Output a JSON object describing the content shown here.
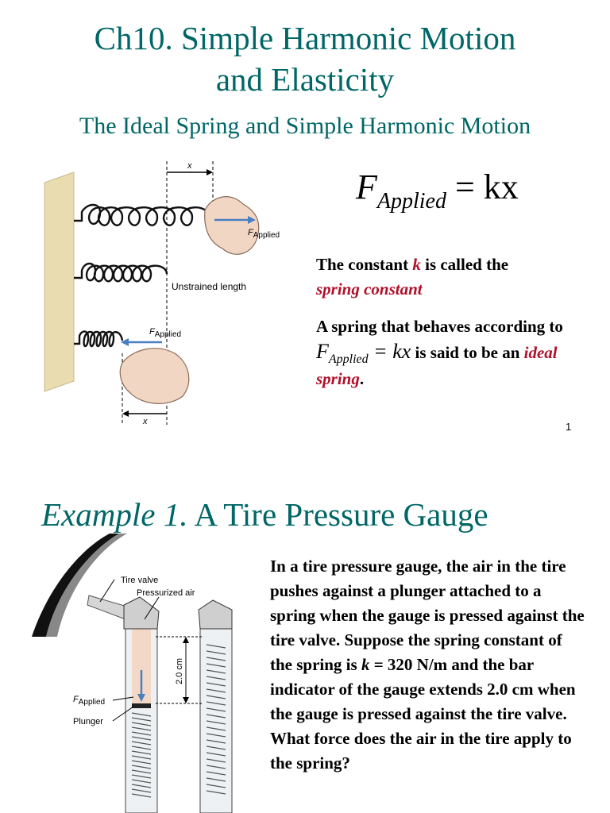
{
  "slide1": {
    "title_line1": "Ch10.  Simple Harmonic Motion",
    "title_line2": "and Elasticity",
    "subtitle": "The Ideal Spring and Simple Harmonic Motion",
    "formula": {
      "F": "F",
      "sub": "Applied",
      "rhs": " = kx"
    },
    "para1": {
      "pre": "The constant ",
      "k": "k",
      "post": " is called the",
      "term": "spring constant"
    },
    "para2": {
      "pre": "A spring that behaves according to ",
      "post": " is said to be an ",
      "term": "ideal spring",
      "end": "."
    },
    "figure": {
      "x_label": "x",
      "f_applied_F": "F",
      "f_applied_sub": "Applied",
      "unstrained": "Unstrained length"
    },
    "page_number": "1"
  },
  "slide2": {
    "title_example": "Example 1.",
    "title_rest": "  A Tire Pressure Gauge",
    "body": {
      "p1": "In a tire pressure gauge, the air in the tire pushes against a plunger attached to a spring when the gauge is pressed against the tire valve. Suppose the spring constant of the spring is ",
      "k": "k",
      "p2": " = 320 N/m and the bar indicator of the gauge extends 2.0 cm when the gauge is pressed against the tire valve. What force does the air in the tire apply to the spring?"
    },
    "figure": {
      "tire_valve": "Tire valve",
      "pressurized_air": "Pressurized air",
      "dimension": "2.0 cm",
      "f_F": "F",
      "f_sub": "Applied",
      "plunger": "Plunger"
    }
  },
  "colors": {
    "title": "#006666",
    "emphasis": "#b0102a",
    "arrow": "#4a7fc1",
    "skin": "#f1d6c4"
  }
}
